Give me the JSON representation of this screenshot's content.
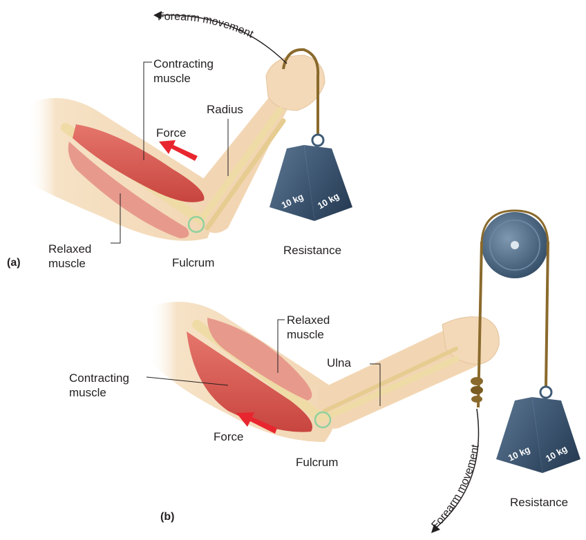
{
  "panel_a": {
    "tag": "(a)",
    "movement": "Forearm movement",
    "contracting": "Contracting muscle",
    "radius": "Radius",
    "force": "Force",
    "relaxed": "Relaxed muscle",
    "fulcrum": "Fulcrum",
    "resistance": "Resistance",
    "weight_left": "10 kg",
    "weight_right": "10 kg"
  },
  "panel_b": {
    "tag": "(b)",
    "relaxed": "Relaxed muscle",
    "ulna": "Ulna",
    "contracting": "Contracting muscle",
    "force": "Force",
    "fulcrum": "Fulcrum",
    "movement": "Forearm movement",
    "resistance": "Resistance",
    "weight_left": "10 kg",
    "weight_right": "10 kg"
  },
  "colors": {
    "skin": "#f3d9b8",
    "muscle": "#d9574f",
    "bone": "#efdba6",
    "force_arrow": "#e8262f",
    "fulcrum_ring": "#8fd19e",
    "weight": "#3f5b77",
    "rope": "#8a6a2c"
  }
}
